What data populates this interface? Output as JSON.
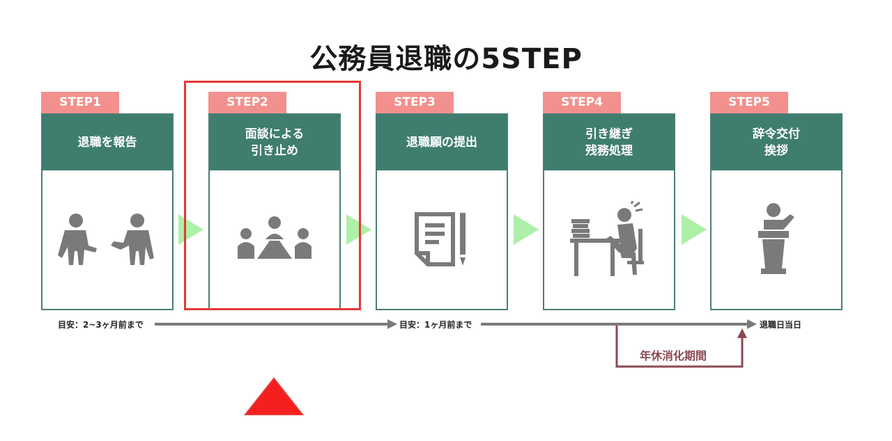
{
  "title": "公務員退職の5STEP",
  "steps": [
    {
      "tag": "STEP1",
      "heading": "退職を報告",
      "icon": "two-people-talking-icon"
    },
    {
      "tag": "STEP2",
      "heading": "面談による\n引き止め",
      "icon": "meeting-table-icon"
    },
    {
      "tag": "STEP3",
      "heading": "退職願の提出",
      "icon": "document-pen-icon"
    },
    {
      "tag": "STEP4",
      "heading": "引き継ぎ\n残務処理",
      "icon": "desk-worker-icon"
    },
    {
      "tag": "STEP5",
      "heading": "辞令交付\n挨拶",
      "icon": "speaker-podium-icon"
    }
  ],
  "timeline": {
    "start": "目安：2~3ヶ月前まで",
    "middle": "目安：1ヶ月前まで",
    "end": "退職日当日",
    "vacation": "年休消化期間"
  },
  "colors": {
    "tag": "#f2908d",
    "header": "#3f7d6f",
    "chevron": "#aef0a8",
    "highlight": "#e53935",
    "icon": "#7a7a7a",
    "vacation_line": "#8a4a52"
  }
}
